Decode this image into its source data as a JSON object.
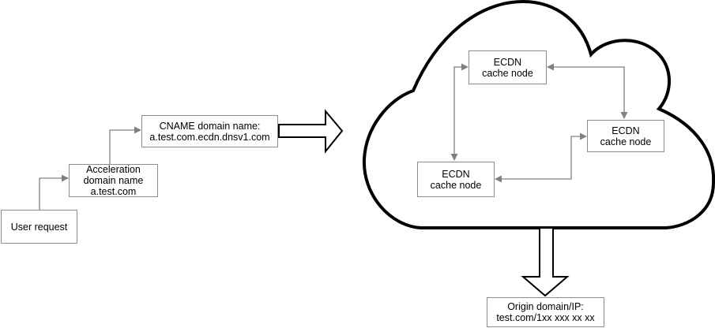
{
  "diagram": {
    "background": "#ffffff",
    "colors": {
      "connector_line": "#808080",
      "node_border": "#8c8c8c",
      "node_fill": "#ffffff",
      "cloud_outline": "#000000",
      "block_arrow_outline": "#000000",
      "text": "#000000"
    },
    "nodes": {
      "user_request": {
        "label": "User request"
      },
      "acceleration_domain": {
        "label": "Acceleration\ndomain name\na.test.com"
      },
      "cname_domain": {
        "label": "CNAME domain name:\na.test.com.ecdn.dnsv1.com"
      },
      "ecdn_cache_node_top": {
        "label": "ECDN\ncache node"
      },
      "ecdn_cache_node_right": {
        "label": "ECDN\ncache node"
      },
      "ecdn_cache_node_bottom_left": {
        "label": "ECDN\ncache node"
      },
      "origin_server": {
        "label": "Origin domain/IP:\ntest.com/1xx xxx xx xx"
      }
    },
    "container": {
      "name": "ecdn_cloud",
      "shape": "cloud"
    },
    "edges": [
      {
        "from": "user_request",
        "to": "acceleration_domain",
        "direction": "one-way",
        "style": "thin-gray"
      },
      {
        "from": "acceleration_domain",
        "to": "cname_domain",
        "direction": "one-way",
        "style": "thin-gray"
      },
      {
        "from": "cname_domain",
        "to": "ecdn_cloud",
        "direction": "one-way",
        "style": "hollow-block-arrow"
      },
      {
        "from": "ecdn_cache_node_top",
        "to": "ecdn_cache_node_bottom_left",
        "direction": "two-way",
        "style": "thin-gray"
      },
      {
        "from": "ecdn_cache_node_top",
        "to": "ecdn_cache_node_right",
        "direction": "two-way",
        "style": "thin-gray"
      },
      {
        "from": "ecdn_cache_node_right",
        "to": "ecdn_cache_node_bottom_left",
        "direction": "two-way",
        "style": "thin-gray"
      },
      {
        "from": "ecdn_cloud",
        "to": "origin_server",
        "direction": "one-way",
        "style": "hollow-block-arrow"
      }
    ]
  }
}
